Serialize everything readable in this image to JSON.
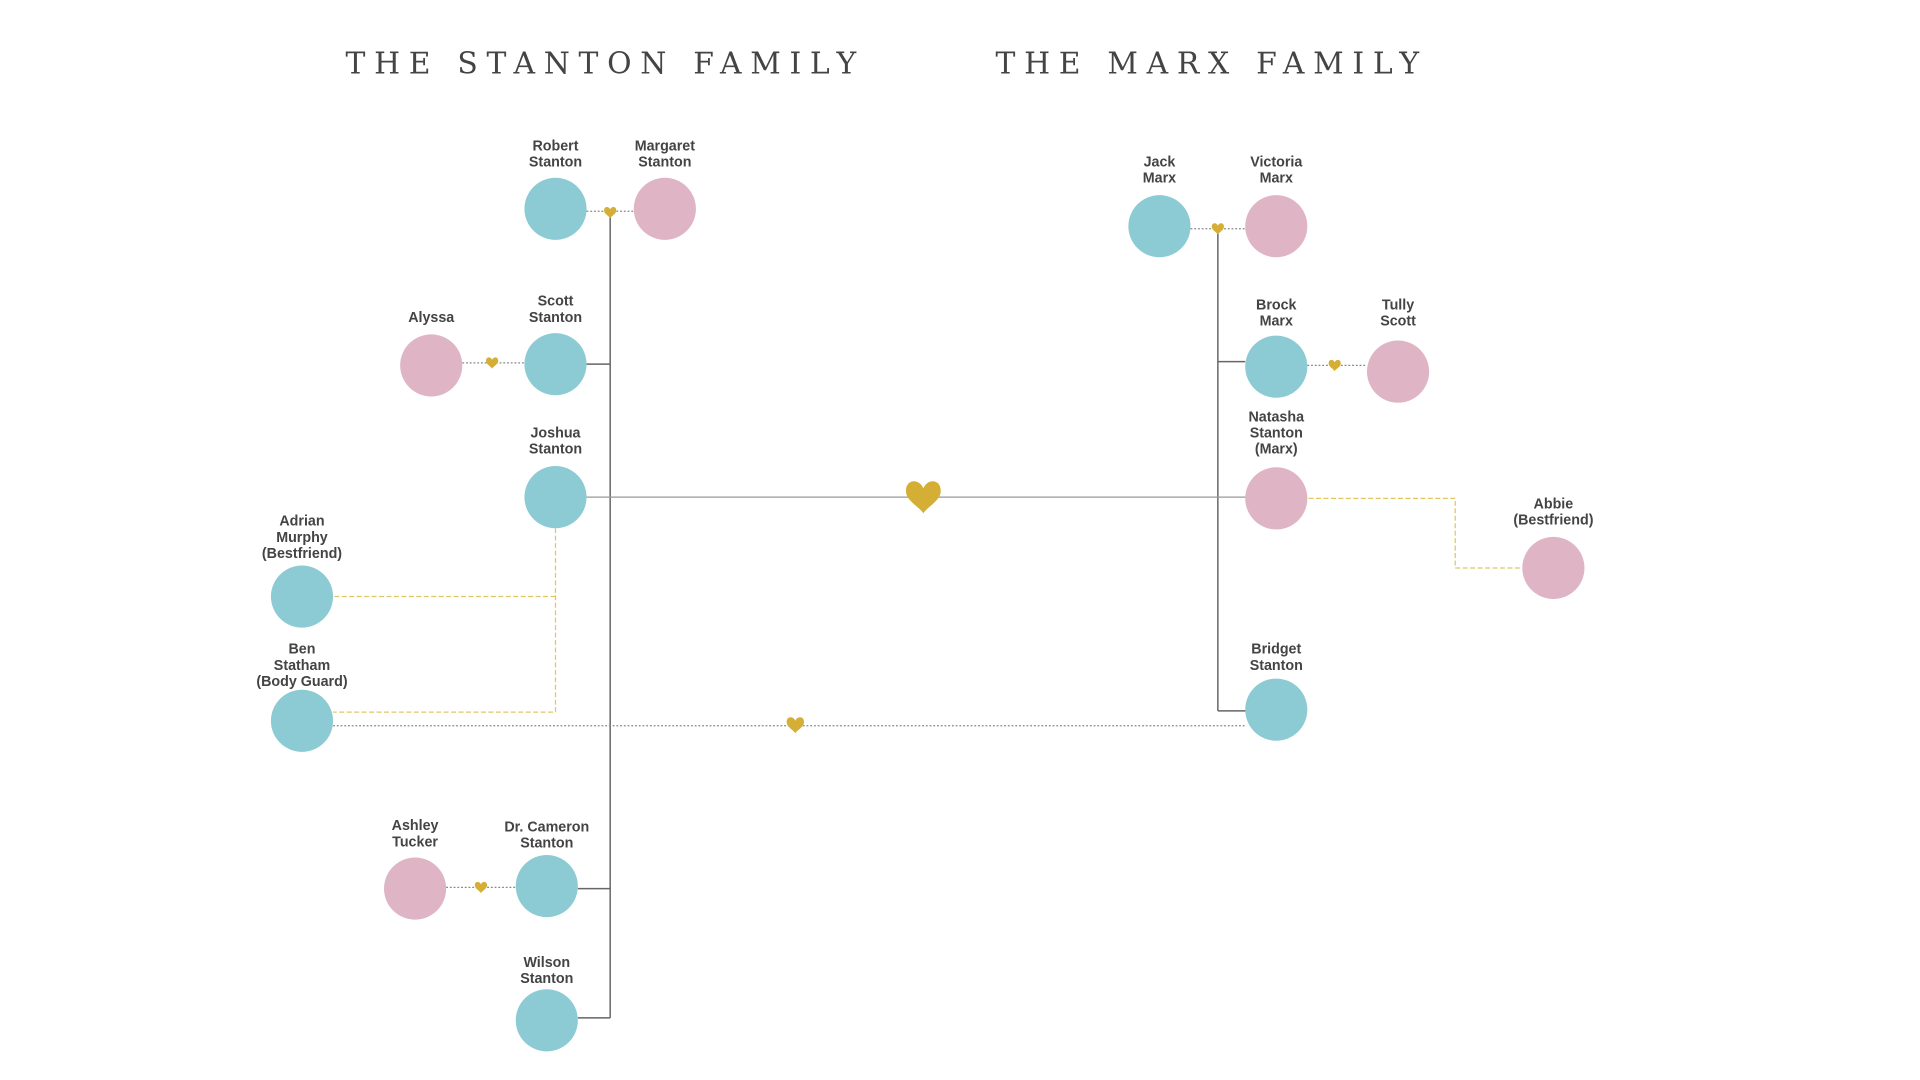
{
  "titles": {
    "stanton": "THE STANTON FAMILY",
    "marx": "THE MARX FAMILY"
  },
  "colors": {
    "male": "#8ccbd3",
    "female": "#dfb4c5",
    "heart": "#d4ae35"
  },
  "people": {
    "robert": {
      "lines": [
        "Robert",
        "Stanton"
      ],
      "gender": "male"
    },
    "margaret": {
      "lines": [
        "Margaret",
        "Stanton"
      ],
      "gender": "female"
    },
    "alyssa": {
      "lines": [
        "Alyssa"
      ],
      "gender": "female"
    },
    "scott": {
      "lines": [
        "Scott",
        "Stanton"
      ],
      "gender": "male"
    },
    "joshua": {
      "lines": [
        "Joshua",
        "Stanton"
      ],
      "gender": "male"
    },
    "adrian": {
      "lines": [
        "Adrian",
        "Murphy",
        "(Bestfriend)"
      ],
      "gender": "male"
    },
    "ben": {
      "lines": [
        "Ben",
        "Statham",
        "(Body Guard)"
      ],
      "gender": "male"
    },
    "ashley": {
      "lines": [
        "Ashley",
        "Tucker"
      ],
      "gender": "female"
    },
    "cameron": {
      "lines": [
        "Dr. Cameron",
        "Stanton"
      ],
      "gender": "male"
    },
    "wilson": {
      "lines": [
        "Wilson",
        "Stanton"
      ],
      "gender": "male"
    },
    "jack": {
      "lines": [
        "Jack",
        "Marx"
      ],
      "gender": "male"
    },
    "victoria": {
      "lines": [
        "Victoria",
        "Marx"
      ],
      "gender": "female"
    },
    "brock": {
      "lines": [
        "Brock",
        "Marx"
      ],
      "gender": "male"
    },
    "tully": {
      "lines": [
        "Tully",
        "Scott"
      ],
      "gender": "female"
    },
    "natasha": {
      "lines": [
        "Natasha",
        "Stanton",
        "(Marx)"
      ],
      "gender": "female"
    },
    "abbie": {
      "lines": [
        "Abbie",
        "(Bestfriend)"
      ],
      "gender": "female"
    },
    "bridget": {
      "lines": [
        "Bridget",
        "Stanton"
      ],
      "gender": "male"
    }
  }
}
